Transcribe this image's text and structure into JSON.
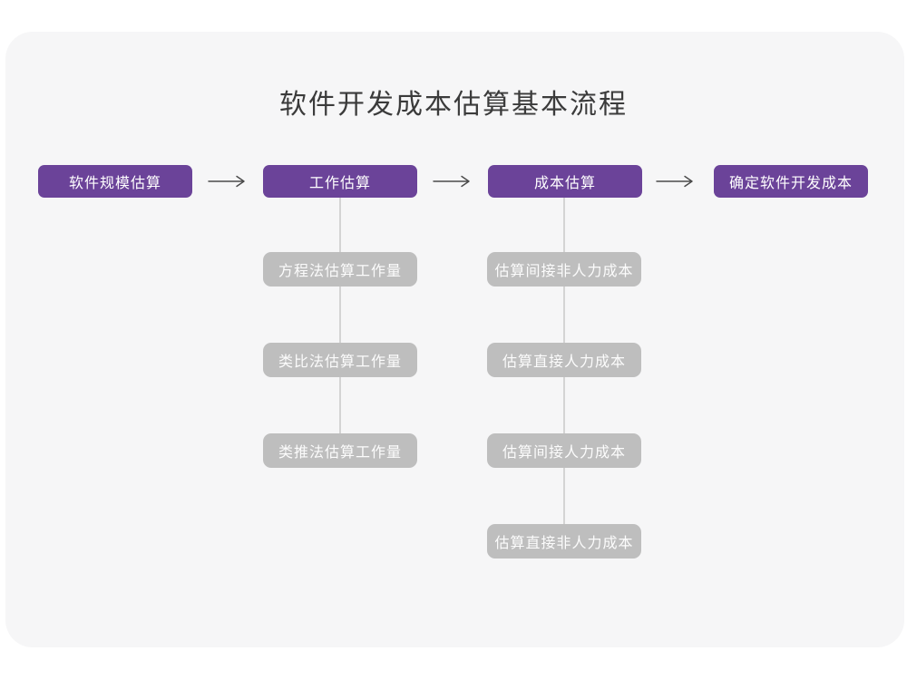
{
  "diagram": {
    "title": "软件开发成本估算基本流程",
    "main_steps": [
      {
        "label": "软件规模估算"
      },
      {
        "label": "工作估算"
      },
      {
        "label": "成本估算"
      },
      {
        "label": "确定软件开发成本"
      }
    ],
    "work_estimation_methods": [
      {
        "label": "方程法估算工作量"
      },
      {
        "label": "类比法估算工作量"
      },
      {
        "label": "类推法估算工作量"
      }
    ],
    "cost_estimation_steps": [
      {
        "label": "估算间接非人力成本"
      },
      {
        "label": "估算直接人力成本"
      },
      {
        "label": "估算间接人力成本"
      },
      {
        "label": "估算直接非人力成本"
      }
    ],
    "colors": {
      "main_node_bg": "#6b4399",
      "sub_node_bg": "#bebebe",
      "node_text": "#ffffff",
      "card_bg": "#f6f6f7",
      "connector": "#d4d4d4",
      "arrow": "#4a4a4a",
      "title_text": "#3b3b3b"
    }
  }
}
